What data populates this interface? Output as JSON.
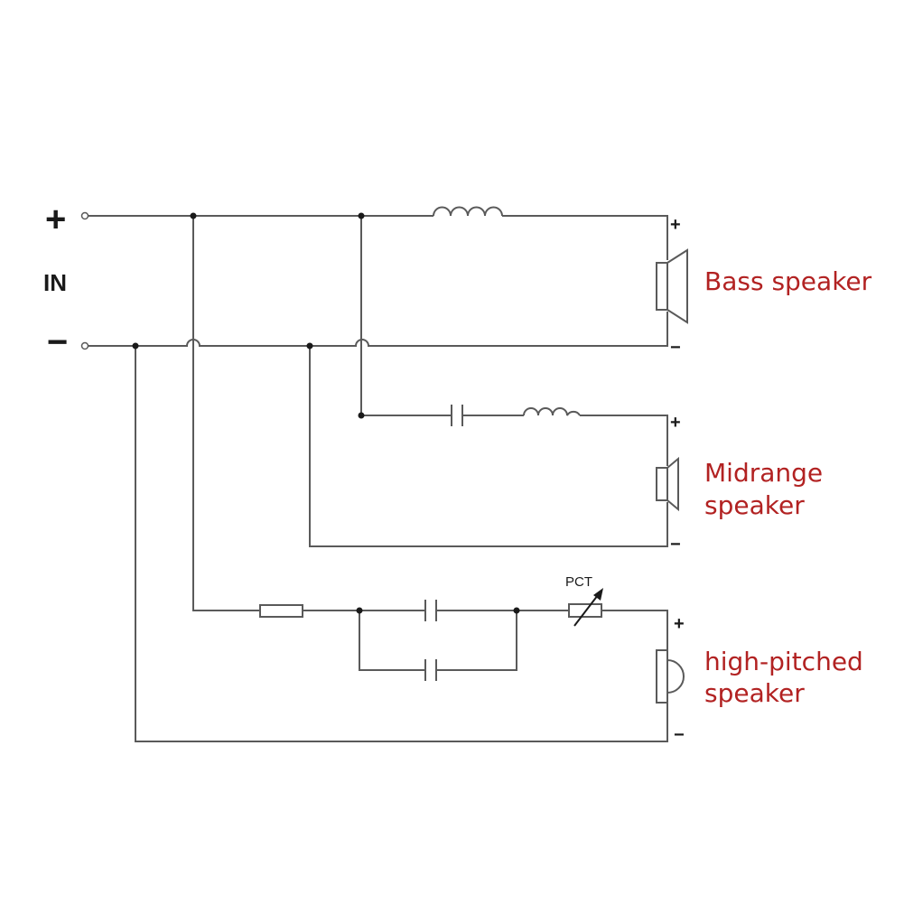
{
  "input": {
    "plus_sign": "+",
    "minus_sign": "−",
    "label": "IN"
  },
  "speakers": {
    "bass": {
      "label_lines": [
        "Bass speaker"
      ],
      "plus": "+",
      "minus": "−"
    },
    "mid": {
      "label_lines": [
        "Midrange",
        "speaker"
      ],
      "plus": "+",
      "minus": "−"
    },
    "high": {
      "label_lines": [
        "high-pitched",
        "speaker"
      ],
      "plus": "+",
      "minus": "−"
    }
  },
  "components": {
    "ptc_label": "PCT"
  },
  "colors": {
    "label_red": "#b22222",
    "wire": "#5a5a5a"
  }
}
